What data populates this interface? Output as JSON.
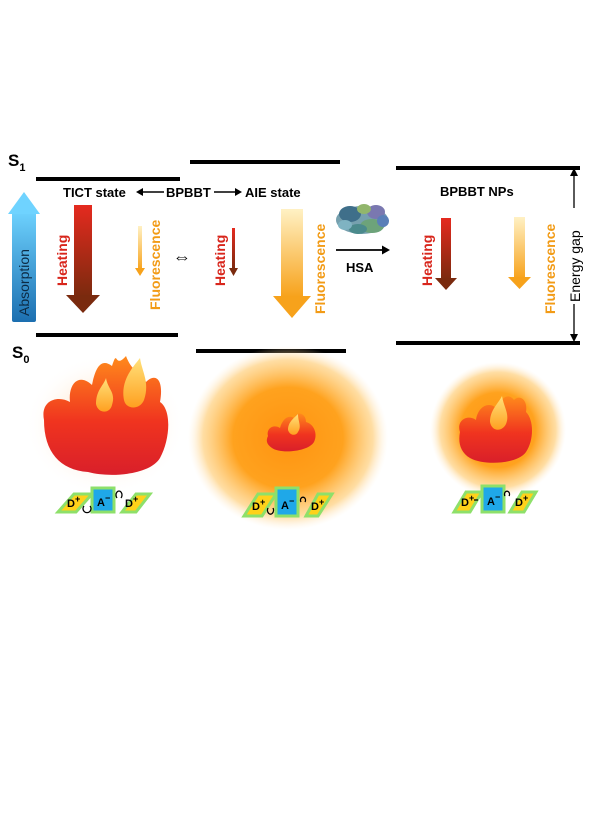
{
  "levels": {
    "s1_letter": "S",
    "s1_sub": "1",
    "s0_letter": "S",
    "s0_sub": "0"
  },
  "labels": {
    "absorption": "Absorption",
    "tict_state": "TICT state",
    "bpbbt": "BPBBT",
    "aie_state": "AIE state",
    "bpbbt_nps": "BPBBT NPs",
    "hsa": "HSA",
    "energy_gap": "Energy gap",
    "heating": "Heating",
    "fluorescence": "Fluorescence",
    "equilibrium_arrow": "⇔"
  },
  "molecule": {
    "donor": "D",
    "acceptor": "A",
    "plus": "+",
    "minus": "−"
  },
  "colors": {
    "heating_top": "#e52a1f",
    "heating_bottom": "#7a2a0e",
    "fluor_top": "#ffe9a8",
    "fluor_bottom": "#f7a21b",
    "absorption_top": "#6fd3ff",
    "absorption_bottom": "#1c6fb0",
    "glow": "#ff9a1a",
    "acceptor_box": "#1fa8e8",
    "donor_box": "#ffd21a",
    "molecule_halo": "#8ee06a"
  },
  "icons": {
    "flame": "flame-icon",
    "protein": "protein-icon",
    "rotation": "rotation-icon"
  }
}
